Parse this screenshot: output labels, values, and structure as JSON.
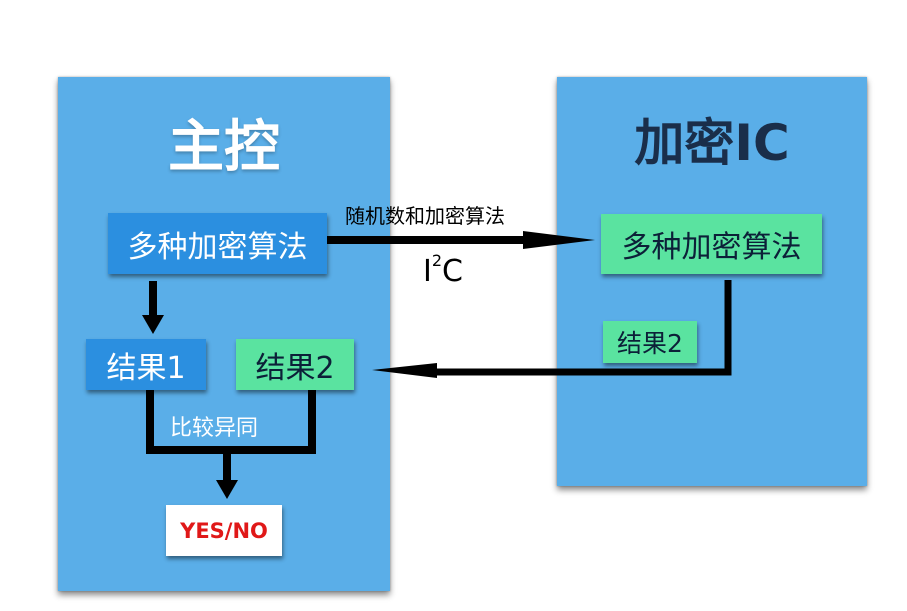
{
  "main_controller": {
    "title": "主控",
    "algorithms": "多种加密算法",
    "result1": "结果1",
    "result2": "结果2",
    "compare_label": "比较异同",
    "output": "YES/NO"
  },
  "crypto_ic": {
    "title": "加密IC",
    "algorithms": "多种加密算法",
    "result2": "结果2"
  },
  "link": {
    "payload_label": "随机数和加密算法",
    "bus_base": "I",
    "bus_sup": "2",
    "bus_tail": "C"
  },
  "colors": {
    "panel": "#5aaee8",
    "box_blue": "#2b8fe0",
    "box_green": "#5ae3a0",
    "title_dark": "#1a2e4a",
    "output_text": "#e01818",
    "arrow": "#000000"
  }
}
